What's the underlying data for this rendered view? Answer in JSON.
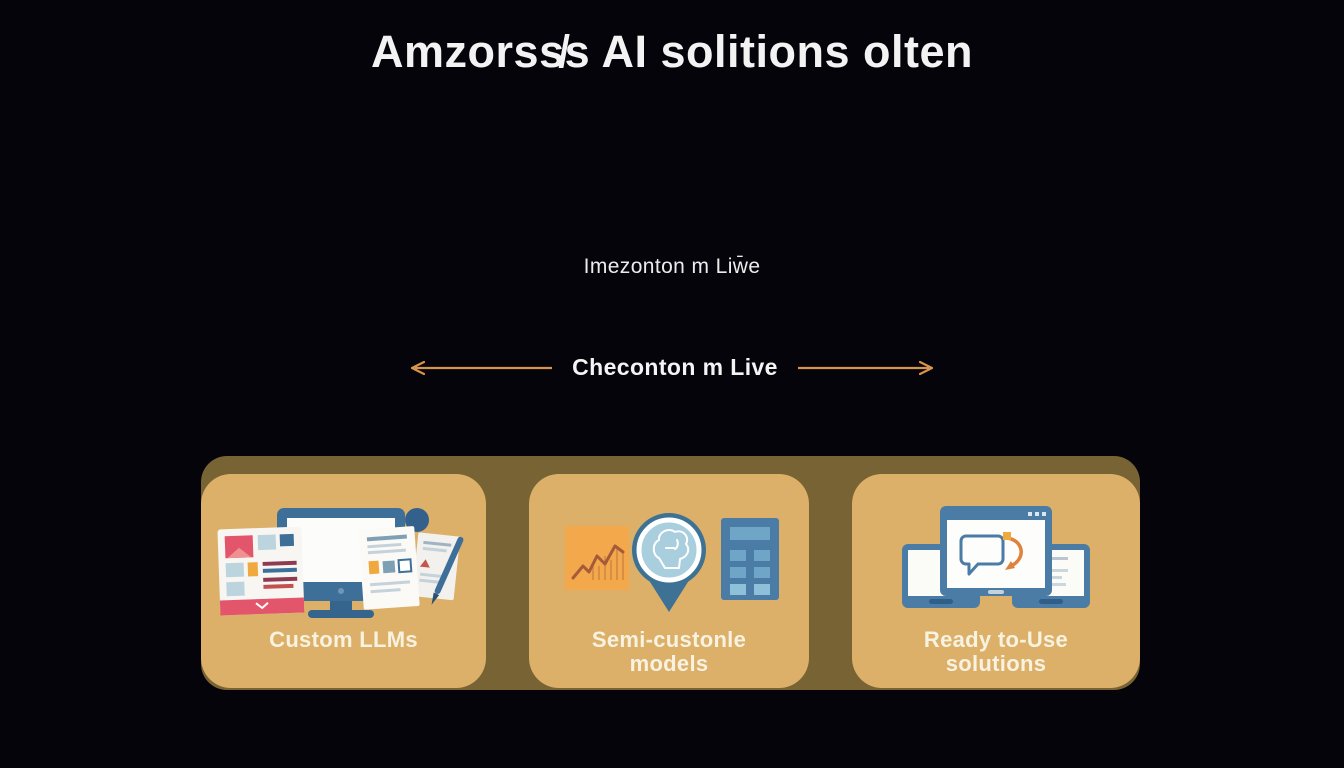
{
  "page": {
    "background": "#04040a",
    "accent_gold": "#d6944a",
    "band_color": "#786334",
    "card_color": "#dcb068",
    "illustration_blue": "#3e6f99",
    "illustration_orange": "#f3a94b",
    "illustration_red": "#e2556a"
  },
  "title": "Amzorss̸s AI solitions olten",
  "mid_label": "Imezonton m Liw̄e",
  "divider": {
    "label": "Checonton m Live",
    "left_icon": "left-arrow-icon",
    "right_icon": "right-arrow-icon",
    "arrow_color": "#d6944a"
  },
  "cards": [
    {
      "label1": "Custom LLMs",
      "label2": "",
      "icon": "monitor-and-documents-illustration"
    },
    {
      "label1": "Semi-custonle",
      "label2": "models",
      "icon": "chart-pin-calculator-illustration"
    },
    {
      "label1": "Ready to-Use",
      "label2": "solutions",
      "icon": "devices-chat-sync-illustration"
    }
  ]
}
